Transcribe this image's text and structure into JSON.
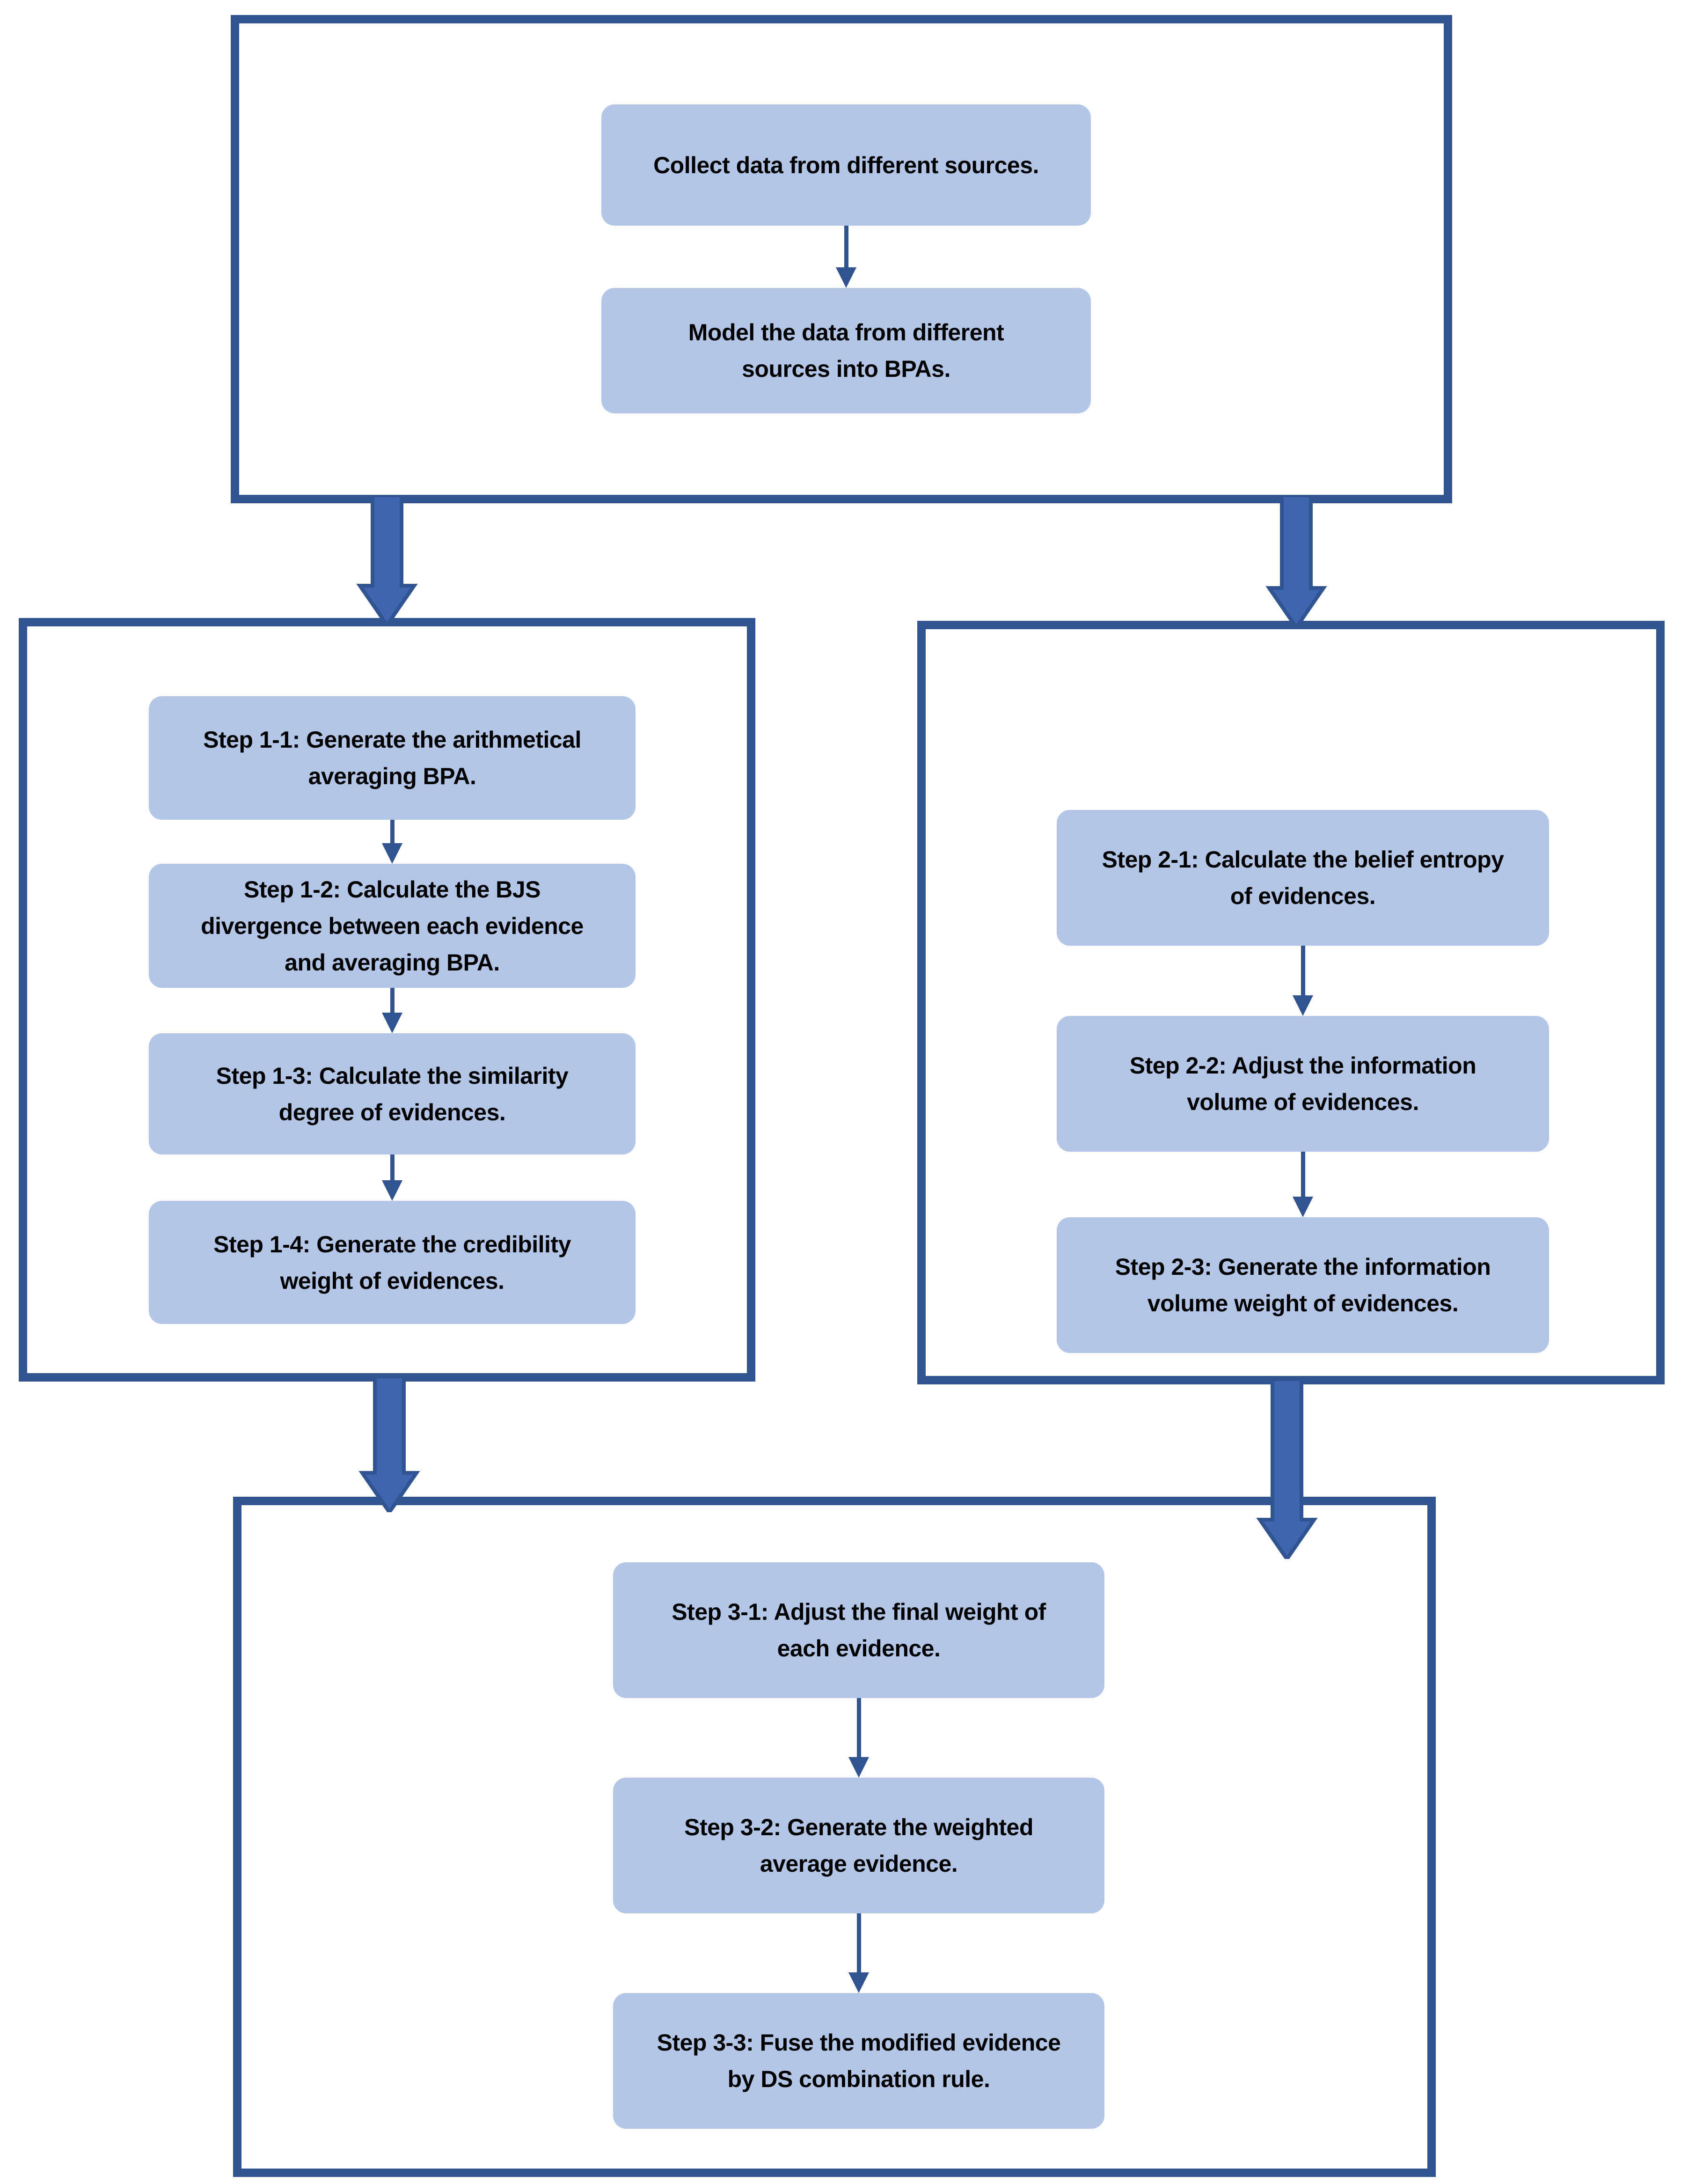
{
  "colors": {
    "outline": "#2F5491",
    "thick_arrow_fill": "#3D66AE",
    "box_fill": "#B4C6E7",
    "text": "#000000",
    "background": "#FFFFFF"
  },
  "top_section": {
    "boxes": [
      {
        "label": "Collect data from different sources."
      },
      {
        "label": "Model the data from different\nsources into BPAs."
      }
    ]
  },
  "left_section": {
    "boxes": [
      {
        "label": "Step 1-1: Generate the arithmetical\naveraging BPA."
      },
      {
        "label": "Step 1-2: Calculate the BJS\ndivergence between each evidence\nand averaging BPA."
      },
      {
        "label": "Step 1-3: Calculate the similarity\ndegree of evidences."
      },
      {
        "label": "Step 1-4: Generate the credibility\nweight of evidences."
      }
    ]
  },
  "right_section": {
    "boxes": [
      {
        "label": "Step 2-1: Calculate the belief entropy\nof evidences."
      },
      {
        "label": "Step 2-2: Adjust the information\nvolume of evidences."
      },
      {
        "label": "Step 2-3: Generate the information\nvolume weight of evidences."
      }
    ]
  },
  "bottom_section": {
    "boxes": [
      {
        "label": "Step 3-1: Adjust the final weight of\neach evidence."
      },
      {
        "label": "Step 3-2: Generate the weighted\naverage evidence."
      },
      {
        "label": "Step 3-3: Fuse the modified evidence\nby DS combination rule."
      }
    ]
  }
}
